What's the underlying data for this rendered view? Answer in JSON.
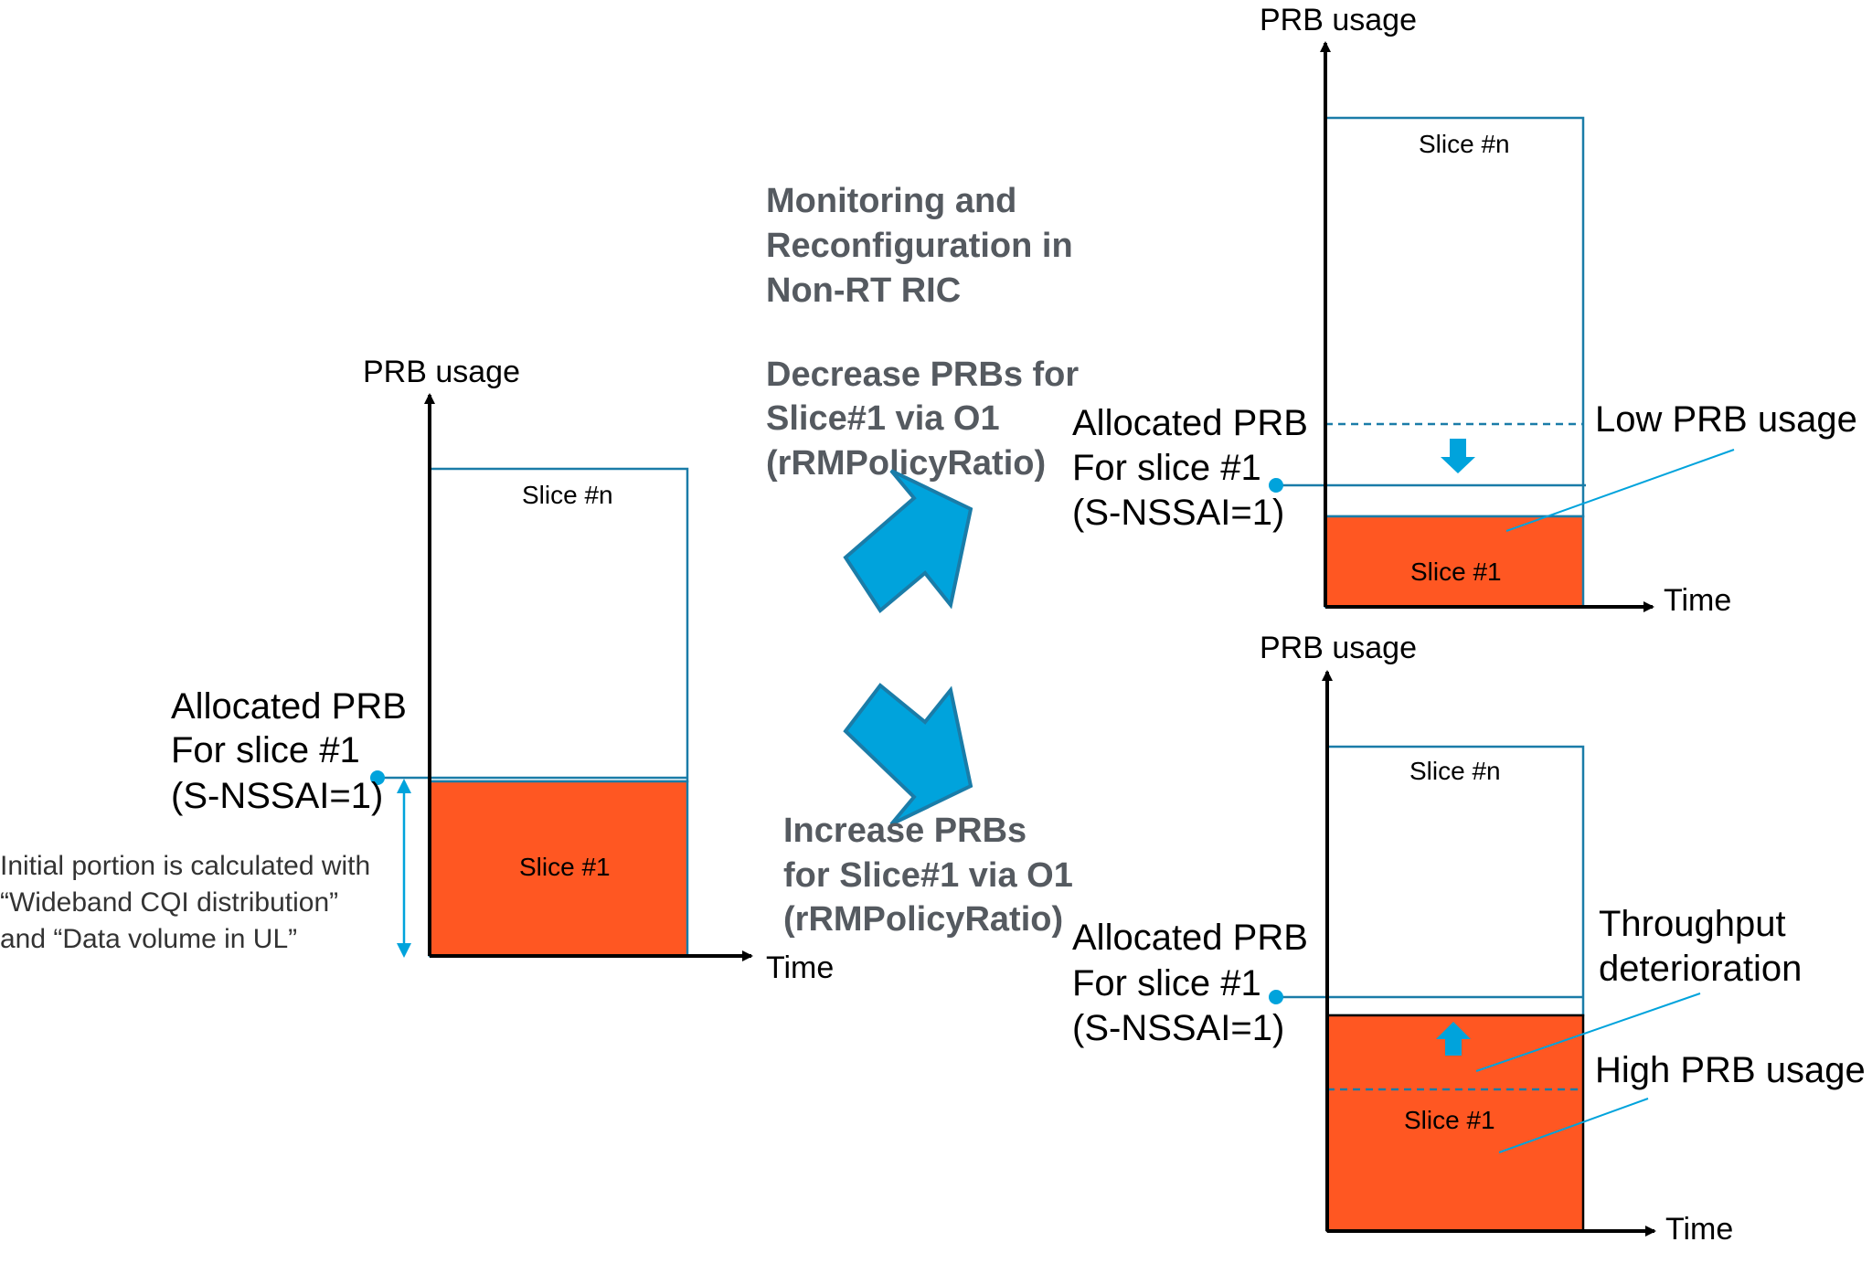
{
  "colors": {
    "slice1_fill": "#ff5722",
    "slice_border": "#1a7ca8",
    "accent_blue": "#00a3dc",
    "axis": "#000000",
    "bold_text": "#555a60"
  },
  "left_chart": {
    "y_axis_label": "PRB usage",
    "x_axis_label": "Time",
    "slice_n_label": "Slice #n",
    "slice_1_label": "Slice #1",
    "allocated_lines": [
      "Allocated PRB",
      "For slice #1",
      "(S-NSSAI=1)"
    ],
    "note_lines": [
      "Initial portion is calculated with",
      "“Wideband CQI distribution”",
      "and “Data volume in UL”"
    ]
  },
  "middle": {
    "monitoring_lines": [
      "Monitoring and",
      "Reconfiguration in",
      "Non-RT RIC"
    ],
    "decrease_lines": [
      "Decrease PRBs for",
      "Slice#1 via O1",
      "(rRMPolicyRatio)"
    ],
    "increase_lines": [
      "Increase PRBs",
      "for Slice#1 via O1",
      "(rRMPolicyRatio)"
    ]
  },
  "top_right_chart": {
    "y_axis_label": "PRB usage",
    "x_axis_label": "Time",
    "slice_n_label": "Slice #n",
    "slice_1_label": "Slice #1",
    "allocated_lines": [
      "Allocated PRB",
      "For slice #1",
      "(S-NSSAI=1)"
    ],
    "callout": "Low PRB usage"
  },
  "bottom_right_chart": {
    "y_axis_label": "PRB usage",
    "x_axis_label": "Time",
    "slice_n_label": "Slice #n",
    "slice_1_label": "Slice #1",
    "allocated_lines": [
      "Allocated PRB",
      "For slice #1",
      "(S-NSSAI=1)"
    ],
    "callout_throughput": [
      "Throughput",
      "deterioration"
    ],
    "callout_high": "High PRB usage"
  }
}
